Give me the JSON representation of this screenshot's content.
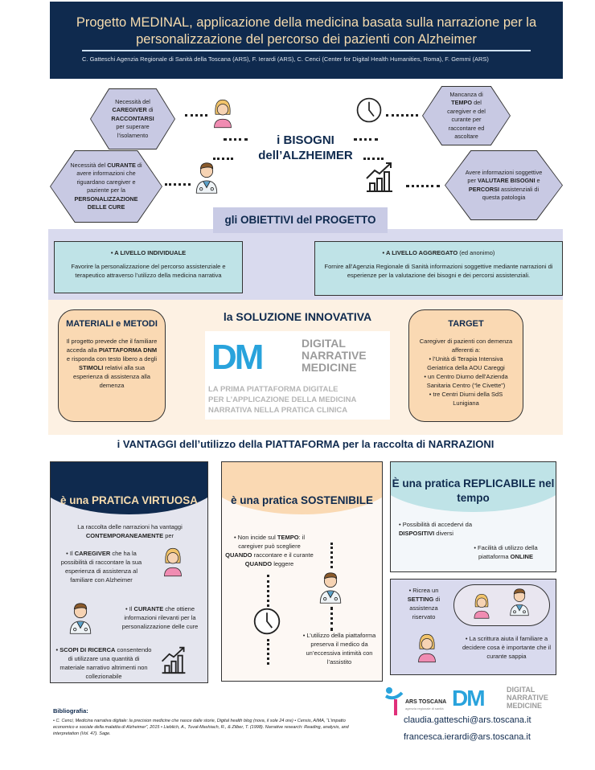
{
  "header": {
    "title_line1": "Progetto MEDINAL, applicazione della medicina basata sulla narrazione per la",
    "title_line2": "personalizzazione del percorso dei pazienti con Alzheimer",
    "authors": "C. Gatteschi Agenzia Regionale di Sanità della Toscana (ARS), F. Ierardi (ARS), C. Cenci (Center for Digital Health Humanities, Roma), F. Gemmi (ARS)"
  },
  "needs": {
    "title1": "i BISOGNI",
    "title2": "dell’ALZHEIMER",
    "caregiver": [
      "Necessità del",
      "CAREGIVER",
      " di",
      "RACCONTARSI",
      " per superare l’isolamento"
    ],
    "curante": [
      "Necessità del ",
      "CURANTE",
      " di avere informazioni che riguardano caregiver e paziente per la ",
      "PERSONALIZZAZIONE DELLE CURE"
    ],
    "tempo": [
      "Mancanza di ",
      "TEMPO",
      " del caregiver e del curante per raccontare ed ascoltare"
    ],
    "valutare": [
      "Avere informazioni soggettive per ",
      "VALUTARE BISOGNI",
      " e ",
      "PERCORSI",
      " assistenziali di questa patologia"
    ]
  },
  "objectives": {
    "title": "gli OBIETTIVI del PROGETTO",
    "individual": {
      "head": "• A LIVELLO INDIVIDUALE",
      "text": "Favorire la personalizzazione del percorso assistenziale e terapeutico attraverso l’utilizzo della medicina narrativa"
    },
    "aggregate": {
      "head": "• A LIVELLO AGGREGATO",
      "head_note": " (ed anonimo)",
      "text": "Fornire all’Agenzia Regionale di Sanità informazioni soggettive mediante narrazioni di esperienze per la valutazione dei bisogni e dei percorsi assistenziali."
    }
  },
  "solution": {
    "title": "la SOLUZIONE INNOVATIVA",
    "materials": {
      "head": "MATERIALI e METODI",
      "t1": "Il progetto prevede che il familiare acceda alla ",
      "b1": "PIATTAFORMA DNM",
      "t2": " e risponda con testo libero a degli ",
      "b2": "STIMOLI",
      "t3": " relativi alla sua esperienza di assistenza alla demenza"
    },
    "logo": {
      "mark": "DM",
      "name": [
        "DIGITAL",
        "NARRATIVE",
        "MEDICINE"
      ],
      "tagline": [
        "LA PRIMA PIATTAFORMA DIGITALE",
        "PER L’APPLICAZIONE DELLA MEDICINA",
        "NARRATIVA NELLA PRATICA CLINICA"
      ]
    },
    "target": {
      "head": "TARGET",
      "intro": "Caregiver di pazienti con demenza afferenti a:",
      "items": [
        "• l’Unità di Terapia Intensiva Geriatrica della AOU Careggi",
        "• un Centro Diurno dell’Azienda Sanitaria Centro (“le Civette”)",
        "• tre Centri Diurni della SdS Lunigiana"
      ]
    }
  },
  "advantages": {
    "title": "i VANTAGGI dell’utilizzo della PIATTAFORMA per la raccolta di NARRAZIONI",
    "virtuosa": {
      "head": "è una PRATICA VIRTUOSA",
      "intro1": "La raccolta delle narrazioni ha vantaggi",
      "intro_b": "CONTEMPORANEAMENTE",
      "intro2": " per",
      "caregiver": [
        "• Il ",
        "CAREGIVER",
        " che ha la possibilità di raccontare la sua esperienza di assistenza al familiare con Alzheimer"
      ],
      "curante": [
        "• Il ",
        "CURANTE",
        " che ottiene informazioni rilevanti per la personalizzazione delle cure"
      ],
      "ricerca": [
        "• SCOPI DI RICERCA",
        " consentendo di utilizzare una quantità di materiale narrativo altrimenti non collezionabile"
      ]
    },
    "sostenibile": {
      "head": "è una pratica SOSTENIBILE",
      "p1": [
        "• Non incide sul ",
        "TEMPO",
        ": il caregiver può scegliere ",
        "QUANDO",
        " raccontare e il curante ",
        "QUANDO",
        " leggere"
      ],
      "p2": "• L’utilizzo della piattaforma preserva il medico da un’eccessiva intimità con l’assistito"
    },
    "replicabile": {
      "head": "È una pratica REPLICABILE nel tempo",
      "p1": [
        "• Possibilità di accedervi da ",
        "DISPOSITIVI",
        " diversi"
      ],
      "p2": [
        "• Facilità di utilizzo della piattaforma ",
        "ONLINE"
      ]
    },
    "setting": {
      "p1": [
        "• Ricrea un ",
        "SETTING",
        " di assistenza riservato"
      ],
      "p2": "• La scrittura aiuta il familiare a decidere cosa è importante che il curante sappia"
    }
  },
  "footer": {
    "biblio_title": "Bibliografia:",
    "biblio": "• C. Cenci, Medicina narrativa digitale: la precision medicine che nasce dalle storie, Digital health blog (nova, il sole 24 ore) • Censis, AIMA, “L’impatto economico e sociale della malattia di Alzheimer”, 2015 • Lieblich, A., Tuval-Mashiach, R., & Zilber, T. (1998). Narrative research: Reading, analysis, and interpretation (Vol. 47). Sage.",
    "ars": "ARS TOSCANA",
    "ars_sub": "agenzia regionale di sanità",
    "dnm": [
      "DIGITAL",
      "NARRATIVE",
      "MEDICINE"
    ],
    "email1": "claudia.gatteschi@ars.toscana.it",
    "email2": "francesca.ierardi@ars.toscana.it"
  },
  "colors": {
    "navy": "#0f2a4e",
    "peach": "#fad9b3",
    "teal": "#bfe3e7",
    "lavender": "#d9daee",
    "dnm_blue": "#29a3dc",
    "dnm_grey": "#9b9b9b"
  }
}
